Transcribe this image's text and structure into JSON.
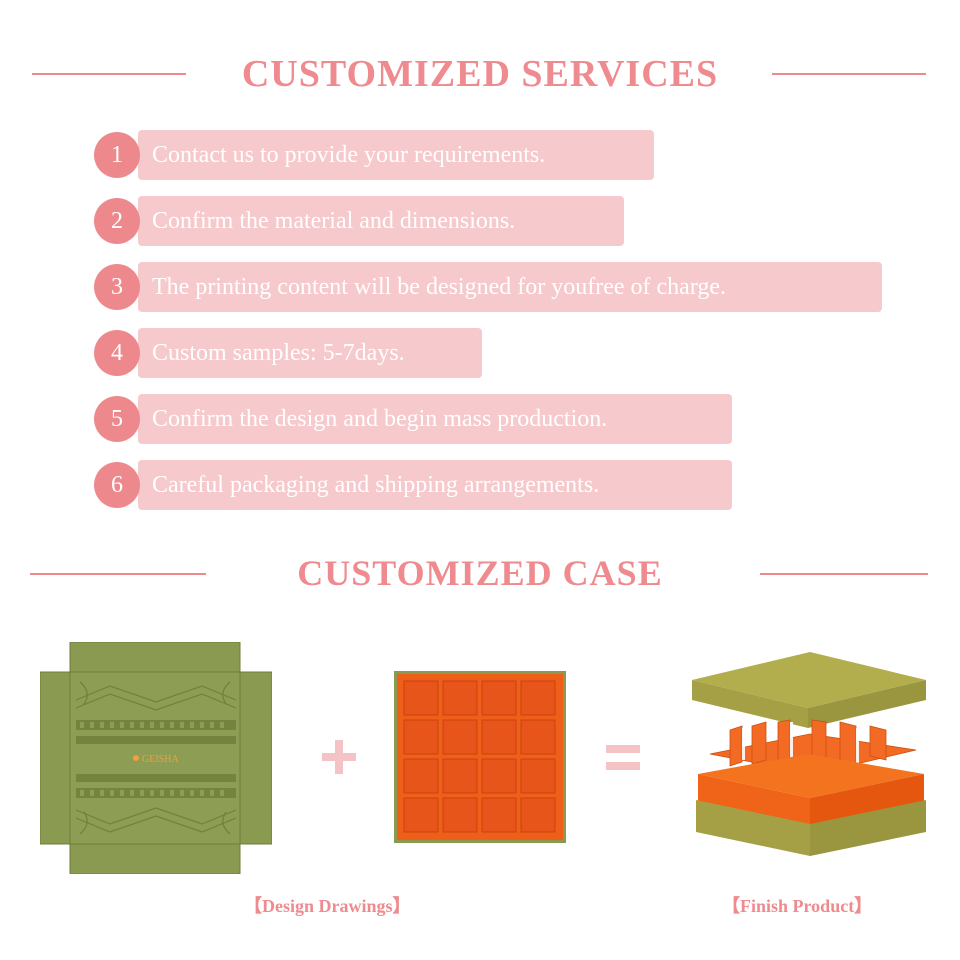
{
  "services": {
    "title": "CUSTOMIZED SERVICES",
    "steps": [
      {
        "num": "1",
        "text": "Contact us to provide your requirements."
      },
      {
        "num": "2",
        "text": "Confirm the material and dimensions."
      },
      {
        "num": "3",
        "text": "The printing content will be designed for youfree of charge."
      },
      {
        "num": "4",
        "text": "Custom samples: 5-7days."
      },
      {
        "num": "5",
        "text": "Confirm the design and begin mass production."
      },
      {
        "num": "6",
        "text": "Careful packaging and shipping arrangements."
      }
    ]
  },
  "case": {
    "title": "CUSTOMIZED CASE",
    "brand": "GEISHA",
    "captions": {
      "design": "【Design Drawings】",
      "product": "【Finish Product】"
    }
  },
  "colors": {
    "accent": "#ef8a8f",
    "pill": "#f6c9cc",
    "olive": "#8a9a50",
    "orange": "#f05f1a",
    "lid_green": "#a8a646"
  }
}
